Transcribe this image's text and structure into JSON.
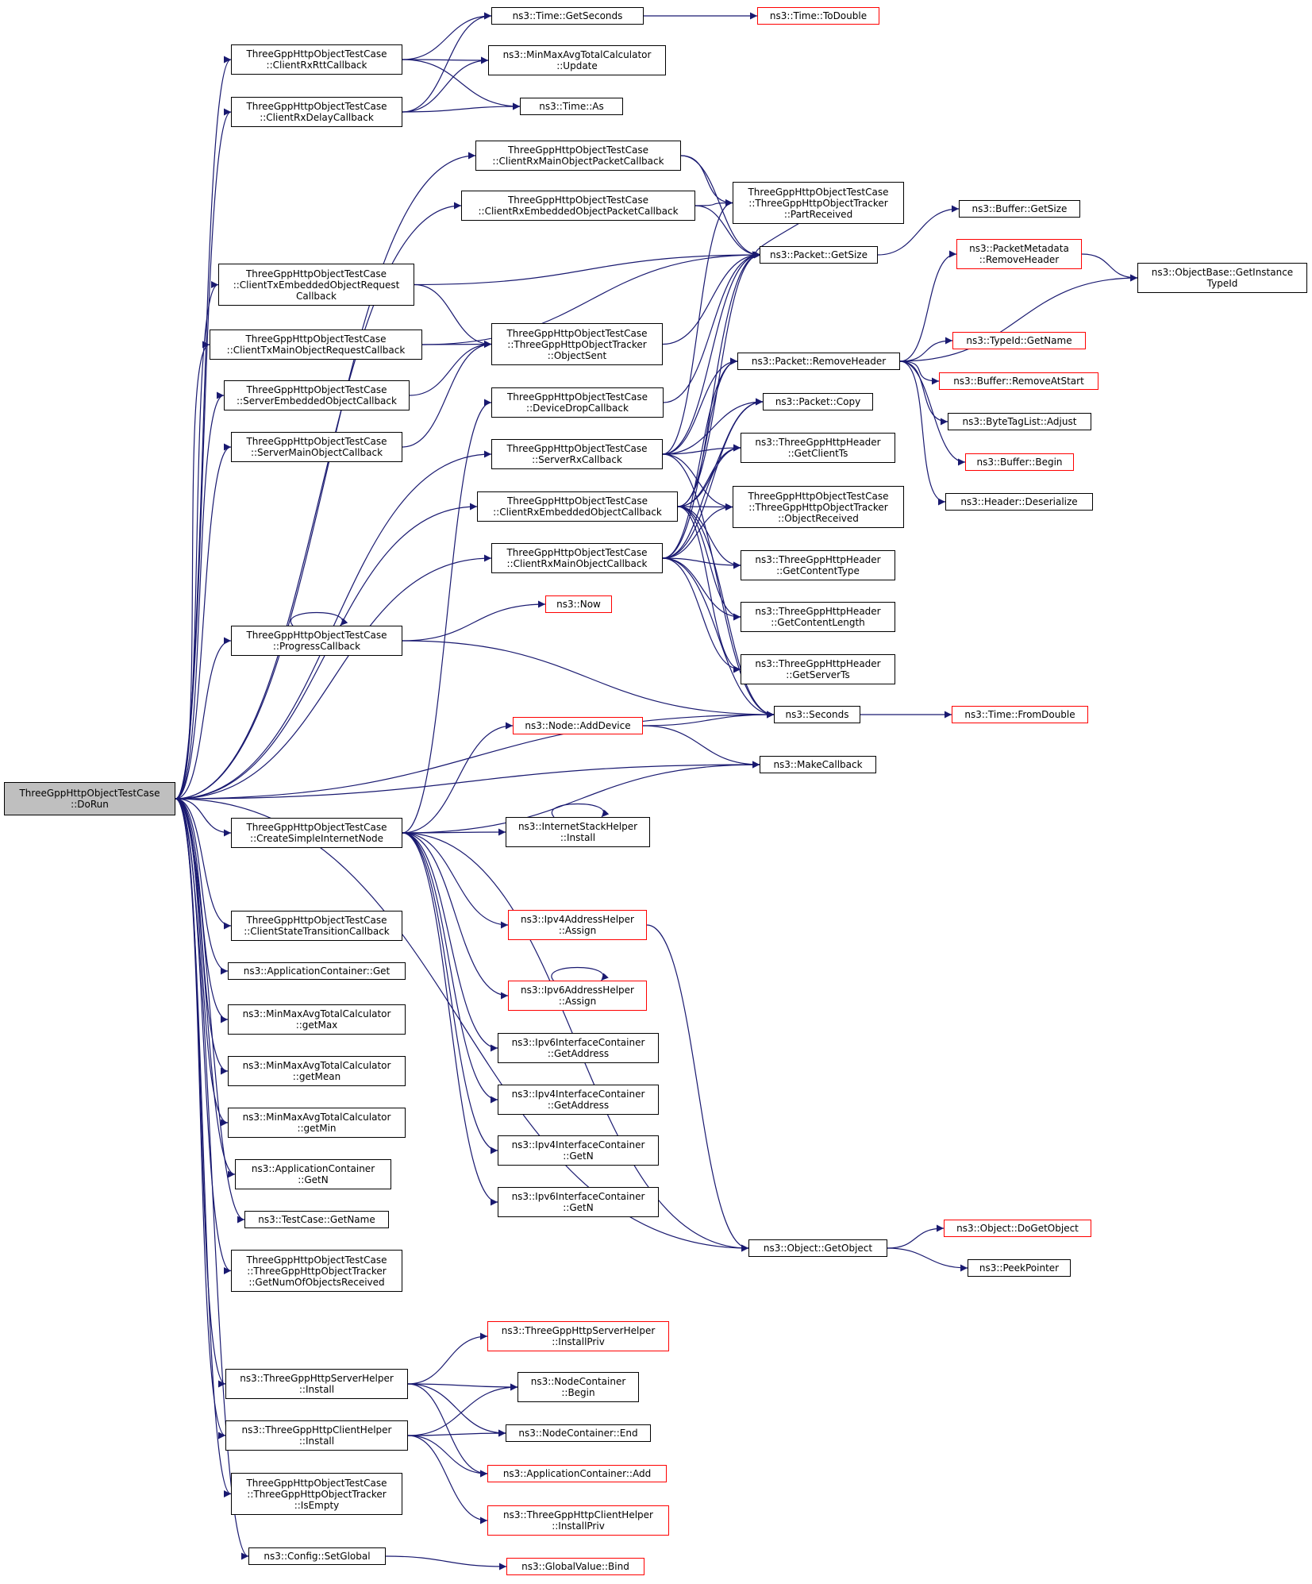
{
  "diagram": {
    "root": "ThreeGppHttpObjectTestCase::DoRun",
    "colors": {
      "edge": "#191970",
      "node_border": "#000000",
      "truncated_border": "#ff0000",
      "root_fill": "#bfbfbf",
      "background": "#ffffff"
    },
    "nodes": [
      {
        "id": "dorun",
        "lines": [
          "ThreeGppHttpObjectTestCase",
          "::DoRun"
        ],
        "root": true
      },
      {
        "id": "crxrtt",
        "lines": [
          "ThreeGppHttpObjectTestCase",
          "::ClientRxRttCallback"
        ]
      },
      {
        "id": "crxdelay",
        "lines": [
          "ThreeGppHttpObjectTestCase",
          "::ClientRxDelayCallback"
        ]
      },
      {
        "id": "crxmainpkt",
        "lines": [
          "ThreeGppHttpObjectTestCase",
          "::ClientRxMainObjectPacketCallback"
        ]
      },
      {
        "id": "crxembpkt",
        "lines": [
          "ThreeGppHttpObjectTestCase",
          "::ClientRxEmbeddedObjectPacketCallback"
        ]
      },
      {
        "id": "ctxembreq",
        "lines": [
          "ThreeGppHttpObjectTestCase",
          "::ClientTxEmbeddedObjectRequest",
          "Callback"
        ]
      },
      {
        "id": "ctxmainreq",
        "lines": [
          "ThreeGppHttpObjectTestCase",
          "::ClientTxMainObjectRequestCallback"
        ]
      },
      {
        "id": "srvemb",
        "lines": [
          "ThreeGppHttpObjectTestCase",
          "::ServerEmbeddedObjectCallback"
        ]
      },
      {
        "id": "srvmain",
        "lines": [
          "ThreeGppHttpObjectTestCase",
          "::ServerMainObjectCallback"
        ]
      },
      {
        "id": "devdrop",
        "lines": [
          "ThreeGppHttpObjectTestCase",
          "::DeviceDropCallback"
        ]
      },
      {
        "id": "srvrx",
        "lines": [
          "ThreeGppHttpObjectTestCase",
          "::ServerRxCallback"
        ]
      },
      {
        "id": "crxemb",
        "lines": [
          "ThreeGppHttpObjectTestCase",
          "::ClientRxEmbeddedObjectCallback"
        ]
      },
      {
        "id": "crxmain",
        "lines": [
          "ThreeGppHttpObjectTestCase",
          "::ClientRxMainObjectCallback"
        ]
      },
      {
        "id": "progress",
        "lines": [
          "ThreeGppHttpObjectTestCase",
          "::ProgressCallback"
        ]
      },
      {
        "id": "createnode",
        "lines": [
          "ThreeGppHttpObjectTestCase",
          "::CreateSimpleInternetNode"
        ]
      },
      {
        "id": "cstate",
        "lines": [
          "ThreeGppHttpObjectTestCase",
          "::ClientStateTransitionCallback"
        ]
      },
      {
        "id": "appget",
        "lines": [
          "ns3::ApplicationContainer::Get"
        ]
      },
      {
        "id": "getmax",
        "lines": [
          "ns3::MinMaxAvgTotalCalculator",
          "::getMax"
        ]
      },
      {
        "id": "getmean",
        "lines": [
          "ns3::MinMaxAvgTotalCalculator",
          "::getMean"
        ]
      },
      {
        "id": "getmin",
        "lines": [
          "ns3::MinMaxAvgTotalCalculator",
          "::getMin"
        ]
      },
      {
        "id": "appgetn",
        "lines": [
          "ns3::ApplicationContainer",
          "::GetN"
        ]
      },
      {
        "id": "tcgetname",
        "lines": [
          "ns3::TestCase::GetName"
        ]
      },
      {
        "id": "getnumobj",
        "lines": [
          "ThreeGppHttpObjectTestCase",
          "::ThreeGppHttpObjectTracker",
          "::GetNumOfObjectsReceived"
        ]
      },
      {
        "id": "srvhelpinst",
        "lines": [
          "ns3::ThreeGppHttpServerHelper",
          "::Install"
        ]
      },
      {
        "id": "clihelpinst",
        "lines": [
          "ns3::ThreeGppHttpClientHelper",
          "::Install"
        ]
      },
      {
        "id": "isempty",
        "lines": [
          "ThreeGppHttpObjectTestCase",
          "::ThreeGppHttpObjectTracker",
          "::IsEmpty"
        ]
      },
      {
        "id": "setglobal",
        "lines": [
          "ns3::Config::SetGlobal"
        ]
      },
      {
        "id": "getseconds",
        "lines": [
          "ns3::Time::GetSeconds"
        ]
      },
      {
        "id": "minmaxupd",
        "lines": [
          "ns3::MinMaxAvgTotalCalculator",
          "::Update"
        ]
      },
      {
        "id": "timeas",
        "lines": [
          "ns3::Time::As"
        ]
      },
      {
        "id": "partrecv",
        "lines": [
          "ThreeGppHttpObjectTestCase",
          "::ThreeGppHttpObjectTracker",
          "::PartReceived"
        ]
      },
      {
        "id": "pktgetsize",
        "lines": [
          "ns3::Packet::GetSize"
        ]
      },
      {
        "id": "objsent",
        "lines": [
          "ThreeGppHttpObjectTestCase",
          "::ThreeGppHttpObjectTracker",
          "::ObjectSent"
        ]
      },
      {
        "id": "pktrmhdr",
        "lines": [
          "ns3::Packet::RemoveHeader"
        ]
      },
      {
        "id": "pktcopy",
        "lines": [
          "ns3::Packet::Copy"
        ]
      },
      {
        "id": "hdrclientts",
        "lines": [
          "ns3::ThreeGppHttpHeader",
          "::GetClientTs"
        ]
      },
      {
        "id": "objrecv",
        "lines": [
          "ThreeGppHttpObjectTestCase",
          "::ThreeGppHttpObjectTracker",
          "::ObjectReceived"
        ]
      },
      {
        "id": "hdrctype",
        "lines": [
          "ns3::ThreeGppHttpHeader",
          "::GetContentType"
        ]
      },
      {
        "id": "hdrclen",
        "lines": [
          "ns3::ThreeGppHttpHeader",
          "::GetContentLength"
        ]
      },
      {
        "id": "hdrservts",
        "lines": [
          "ns3::ThreeGppHttpHeader",
          "::GetServerTs"
        ]
      },
      {
        "id": "nsnow",
        "lines": [
          "ns3::Now"
        ],
        "truncated": true
      },
      {
        "id": "nsseconds",
        "lines": [
          "ns3::Seconds"
        ]
      },
      {
        "id": "nodeadddev",
        "lines": [
          "ns3::Node::AddDevice"
        ],
        "truncated": true
      },
      {
        "id": "makecb",
        "lines": [
          "ns3::MakeCallback"
        ]
      },
      {
        "id": "inetinst",
        "lines": [
          "ns3::InternetStackHelper",
          "::Install"
        ]
      },
      {
        "id": "ipv4assign",
        "lines": [
          "ns3::Ipv4AddressHelper",
          "::Assign"
        ],
        "truncated": true
      },
      {
        "id": "ipv6assign",
        "lines": [
          "ns3::Ipv6AddressHelper",
          "::Assign"
        ],
        "truncated": true
      },
      {
        "id": "ipv6getaddr",
        "lines": [
          "ns3::Ipv6InterfaceContainer",
          "::GetAddress"
        ]
      },
      {
        "id": "ipv4getaddr",
        "lines": [
          "ns3::Ipv4InterfaceContainer",
          "::GetAddress"
        ]
      },
      {
        "id": "ipv4getn",
        "lines": [
          "ns3::Ipv4InterfaceContainer",
          "::GetN"
        ]
      },
      {
        "id": "ipv6getn",
        "lines": [
          "ns3::Ipv6InterfaceContainer",
          "::GetN"
        ]
      },
      {
        "id": "objgetobj",
        "lines": [
          "ns3::Object::GetObject"
        ]
      },
      {
        "id": "srvinstpriv",
        "lines": [
          "ns3::ThreeGppHttpServerHelper",
          "::InstallPriv"
        ],
        "truncated": true
      },
      {
        "id": "ncbegin",
        "lines": [
          "ns3::NodeContainer",
          "::Begin"
        ]
      },
      {
        "id": "ncend",
        "lines": [
          "ns3::NodeContainer::End"
        ]
      },
      {
        "id": "appadd",
        "lines": [
          "ns3::ApplicationContainer::Add"
        ],
        "truncated": true
      },
      {
        "id": "cliinstpriv",
        "lines": [
          "ns3::ThreeGppHttpClientHelper",
          "::InstallPriv"
        ],
        "truncated": true
      },
      {
        "id": "gvbind",
        "lines": [
          "ns3::GlobalValue::Bind"
        ],
        "truncated": true
      },
      {
        "id": "timetodouble",
        "lines": [
          "ns3::Time::ToDouble"
        ],
        "truncated": true
      },
      {
        "id": "bufgetsize",
        "lines": [
          "ns3::Buffer::GetSize"
        ]
      },
      {
        "id": "pmrmhdr",
        "lines": [
          "ns3::PacketMetadata",
          "::RemoveHeader"
        ],
        "truncated": true
      },
      {
        "id": "objbasetid",
        "lines": [
          "ns3::ObjectBase::GetInstance",
          "TypeId"
        ]
      },
      {
        "id": "tidgetname",
        "lines": [
          "ns3::TypeId::GetName"
        ],
        "truncated": true
      },
      {
        "id": "bufrmstart",
        "lines": [
          "ns3::Buffer::RemoveAtStart"
        ],
        "truncated": true
      },
      {
        "id": "btladjust",
        "lines": [
          "ns3::ByteTagList::Adjust"
        ]
      },
      {
        "id": "bufbegin",
        "lines": [
          "ns3::Buffer::Begin"
        ],
        "truncated": true
      },
      {
        "id": "hdrdeser",
        "lines": [
          "ns3::Header::Deserialize"
        ]
      },
      {
        "id": "timefromdbl",
        "lines": [
          "ns3::Time::FromDouble"
        ],
        "truncated": true
      },
      {
        "id": "objdoget",
        "lines": [
          "ns3::Object::DoGetObject"
        ],
        "truncated": true
      },
      {
        "id": "peekptr",
        "lines": [
          "ns3::PeekPointer"
        ]
      }
    ],
    "edges": [
      [
        "dorun",
        "crxrtt"
      ],
      [
        "dorun",
        "crxdelay"
      ],
      [
        "dorun",
        "crxmainpkt"
      ],
      [
        "dorun",
        "crxembpkt"
      ],
      [
        "dorun",
        "ctxembreq"
      ],
      [
        "dorun",
        "ctxmainreq"
      ],
      [
        "dorun",
        "srvemb"
      ],
      [
        "dorun",
        "srvmain"
      ],
      [
        "dorun",
        "srvrx"
      ],
      [
        "dorun",
        "crxemb"
      ],
      [
        "dorun",
        "crxmain"
      ],
      [
        "dorun",
        "progress"
      ],
      [
        "dorun",
        "nsseconds"
      ],
      [
        "dorun",
        "makecb"
      ],
      [
        "dorun",
        "createnode"
      ],
      [
        "dorun",
        "cstate"
      ],
      [
        "dorun",
        "appget"
      ],
      [
        "dorun",
        "getmax"
      ],
      [
        "dorun",
        "getmean"
      ],
      [
        "dorun",
        "getmin"
      ],
      [
        "dorun",
        "appgetn"
      ],
      [
        "dorun",
        "tcgetname"
      ],
      [
        "dorun",
        "getnumobj"
      ],
      [
        "dorun",
        "objgetobj"
      ],
      [
        "dorun",
        "srvhelpinst"
      ],
      [
        "dorun",
        "clihelpinst"
      ],
      [
        "dorun",
        "isempty"
      ],
      [
        "dorun",
        "setglobal"
      ],
      [
        "crxrtt",
        "getseconds"
      ],
      [
        "crxrtt",
        "minmaxupd"
      ],
      [
        "crxrtt",
        "timeas"
      ],
      [
        "crxdelay",
        "getseconds"
      ],
      [
        "crxdelay",
        "minmaxupd"
      ],
      [
        "crxdelay",
        "timeas"
      ],
      [
        "crxmainpkt",
        "partrecv"
      ],
      [
        "crxmainpkt",
        "pktgetsize"
      ],
      [
        "crxembpkt",
        "partrecv"
      ],
      [
        "crxembpkt",
        "pktgetsize"
      ],
      [
        "ctxembreq",
        "pktgetsize"
      ],
      [
        "ctxembreq",
        "objsent"
      ],
      [
        "ctxmainreq",
        "pktgetsize"
      ],
      [
        "ctxmainreq",
        "objsent"
      ],
      [
        "srvemb",
        "objsent"
      ],
      [
        "srvmain",
        "objsent"
      ],
      [
        "devdrop",
        "pktgetsize"
      ],
      [
        "srvrx",
        "pktrmhdr"
      ],
      [
        "srvrx",
        "pktcopy"
      ],
      [
        "srvrx",
        "hdrclientts"
      ],
      [
        "srvrx",
        "objrecv"
      ],
      [
        "srvrx",
        "pktgetsize"
      ],
      [
        "srvrx",
        "partrecv"
      ],
      [
        "srvrx",
        "nsseconds"
      ],
      [
        "crxemb",
        "pktrmhdr"
      ],
      [
        "crxemb",
        "pktcopy"
      ],
      [
        "crxemb",
        "hdrclientts"
      ],
      [
        "crxemb",
        "objrecv"
      ],
      [
        "crxemb",
        "hdrctype"
      ],
      [
        "crxemb",
        "hdrclen"
      ],
      [
        "crxemb",
        "hdrservts"
      ],
      [
        "crxemb",
        "pktgetsize"
      ],
      [
        "crxemb",
        "nsseconds"
      ],
      [
        "crxmain",
        "pktrmhdr"
      ],
      [
        "crxmain",
        "pktcopy"
      ],
      [
        "crxmain",
        "hdrclientts"
      ],
      [
        "crxmain",
        "objrecv"
      ],
      [
        "crxmain",
        "hdrctype"
      ],
      [
        "crxmain",
        "hdrclen"
      ],
      [
        "crxmain",
        "hdrservts"
      ],
      [
        "crxmain",
        "pktgetsize"
      ],
      [
        "crxmain",
        "nsseconds"
      ],
      [
        "progress",
        "progress"
      ],
      [
        "progress",
        "nsnow"
      ],
      [
        "progress",
        "nsseconds"
      ],
      [
        "createnode",
        "devdrop"
      ],
      [
        "createnode",
        "nodeadddev"
      ],
      [
        "createnode",
        "inetinst"
      ],
      [
        "createnode",
        "makecb"
      ],
      [
        "createnode",
        "ipv4assign"
      ],
      [
        "createnode",
        "ipv6assign"
      ],
      [
        "createnode",
        "ipv6getaddr"
      ],
      [
        "createnode",
        "ipv4getaddr"
      ],
      [
        "createnode",
        "ipv4getn"
      ],
      [
        "createnode",
        "ipv6getn"
      ],
      [
        "createnode",
        "objgetobj"
      ],
      [
        "nodeadddev",
        "nsseconds"
      ],
      [
        "nodeadddev",
        "makecb"
      ],
      [
        "inetinst",
        "inetinst"
      ],
      [
        "ipv6assign",
        "ipv6assign"
      ],
      [
        "ipv4assign",
        "objgetobj"
      ],
      [
        "srvhelpinst",
        "srvinstpriv"
      ],
      [
        "srvhelpinst",
        "ncbegin"
      ],
      [
        "srvhelpinst",
        "ncend"
      ],
      [
        "srvhelpinst",
        "appadd"
      ],
      [
        "clihelpinst",
        "ncbegin"
      ],
      [
        "clihelpinst",
        "ncend"
      ],
      [
        "clihelpinst",
        "appadd"
      ],
      [
        "clihelpinst",
        "cliinstpriv"
      ],
      [
        "setglobal",
        "gvbind"
      ],
      [
        "getseconds",
        "timetodouble"
      ],
      [
        "pktgetsize",
        "bufgetsize"
      ],
      [
        "partrecv",
        "pktgetsize"
      ],
      [
        "objsent",
        "pktgetsize"
      ],
      [
        "pktrmhdr",
        "pmrmhdr"
      ],
      [
        "pktrmhdr",
        "objbasetid"
      ],
      [
        "pktrmhdr",
        "tidgetname"
      ],
      [
        "pktrmhdr",
        "bufrmstart"
      ],
      [
        "pktrmhdr",
        "btladjust"
      ],
      [
        "pktrmhdr",
        "bufbegin"
      ],
      [
        "pktrmhdr",
        "hdrdeser"
      ],
      [
        "pmrmhdr",
        "objbasetid"
      ],
      [
        "nsseconds",
        "timefromdbl"
      ],
      [
        "objgetobj",
        "objdoget"
      ],
      [
        "objgetobj",
        "peekptr"
      ]
    ]
  }
}
